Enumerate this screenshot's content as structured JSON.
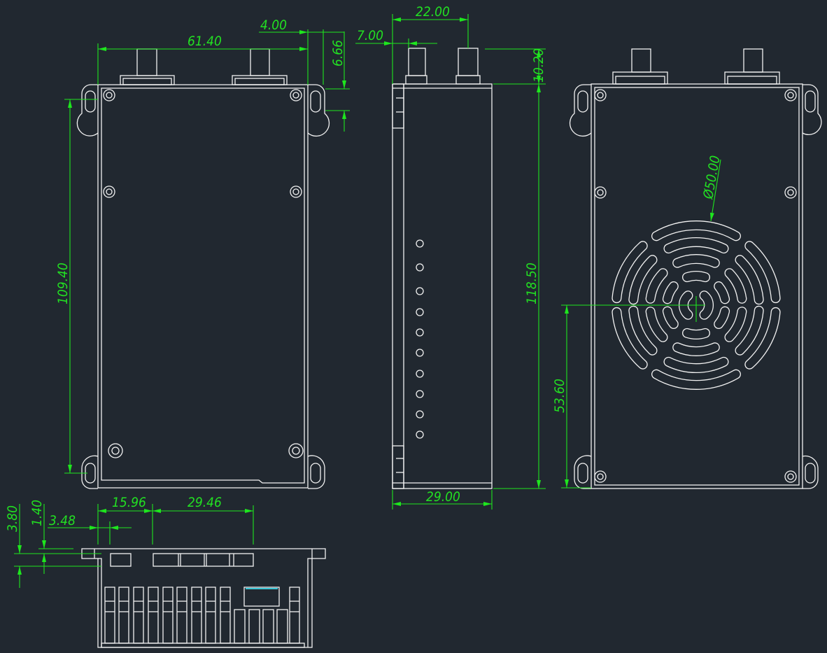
{
  "drawing": {
    "front_view": {
      "dims": {
        "width": "61.40",
        "offset": "4.00",
        "lobe": "6.66",
        "height": "109.40"
      }
    },
    "side_view": {
      "dims": {
        "connector_pitch": "22.00",
        "connector_offset": "7.00",
        "connector_height": "10.20",
        "height": "118.50",
        "depth": "29.00"
      },
      "led_count": 10
    },
    "rear_view": {
      "dims": {
        "fan_diameter": "Ø50.00",
        "fan_center_height": "53.60"
      }
    },
    "bottom_view": {
      "dims": {
        "flange": "3.80",
        "step": "1.40",
        "edge": "3.48",
        "port_offset": "15.96",
        "port_width": "29.46"
      }
    },
    "colors": {
      "background": "#212830",
      "lines": "#f2f2f2",
      "dimensions": "#1ee61e"
    }
  }
}
